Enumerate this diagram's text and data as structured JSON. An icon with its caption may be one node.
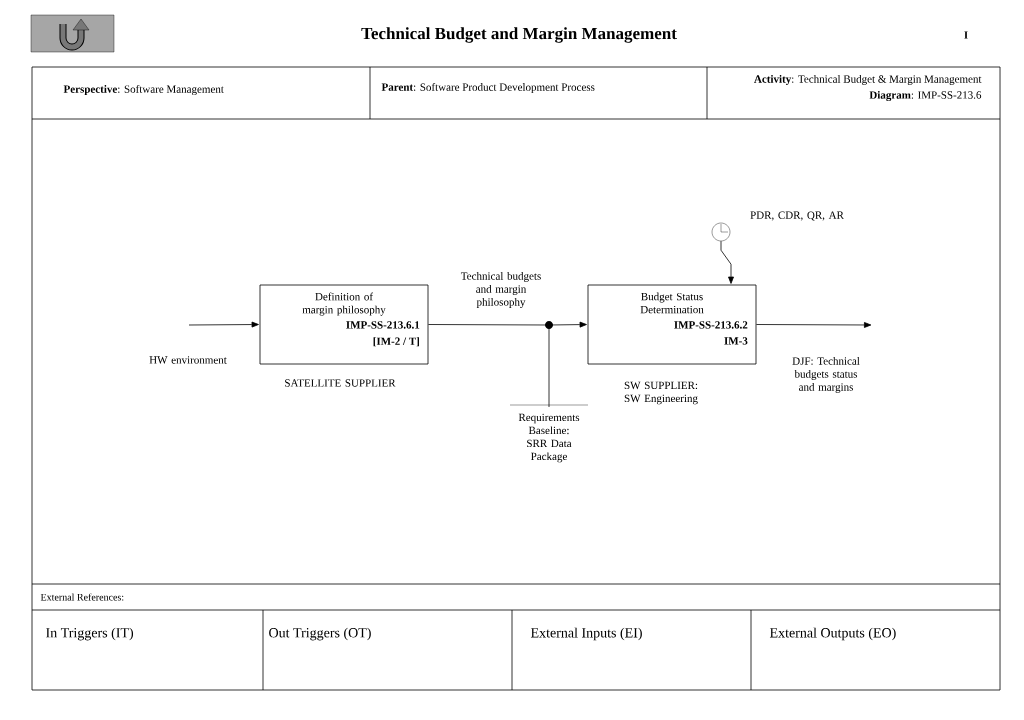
{
  "diagram": {
    "title": "Technical Budget and Margin Management",
    "nodes": [
      {
        "text": [
          "Definition of margin philosophy",
          "IMP-SS-213.6.1",
          "[IM-2 / T]"
        ],
        "beside": [
          "SATELLITE  SUPPLIER"
        ]
      },
      {
        "text": [
          "Budget Status Determination",
          "IMP-SS-213.6.2",
          "IM-3"
        ],
        "beside": [
          "SW SUPPLIER: SW Engineering"
        ]
      },
      {
        "text": [],
        "shape": "circle"
      },
      {
        "text": [
          "Requirements Baseline: SRR Data Package"
        ]
      },
      {
        "text": [],
        "shape": "clock",
        "beside": [
          "PDR, CDR, QR, AR"
        ]
      }
    ],
    "edges": [
      {
        "from": null,
        "to": 0,
        "arrow": "to",
        "label": "HW environment"
      },
      {
        "from": 0,
        "to": 2,
        "arrow": "none",
        "label": "Technical budgets and margin philosophy"
      },
      {
        "from": 2,
        "to": 1,
        "arrow": "to"
      },
      {
        "from": 3,
        "to": 2,
        "arrow": "none"
      },
      {
        "from": 4,
        "to": 1,
        "arrow": "to"
      },
      {
        "from": 1,
        "to": null,
        "arrow": "to",
        "label": "DJF: Technical budgets  status and margins"
      }
    ],
    "labels": [
      "I",
      "**Perspective**: Software Management",
      "**Parent**:    Software Product Development Process",
      "**Activity**: Technical Budget & Margin Management",
      "**Diagram**: IMP-SS-213.6",
      "External References:",
      "In Triggers (IT)",
      "Out Triggers (OT)",
      "External Inputs (EI)",
      "External Outputs (EO)"
    ]
  }
}
